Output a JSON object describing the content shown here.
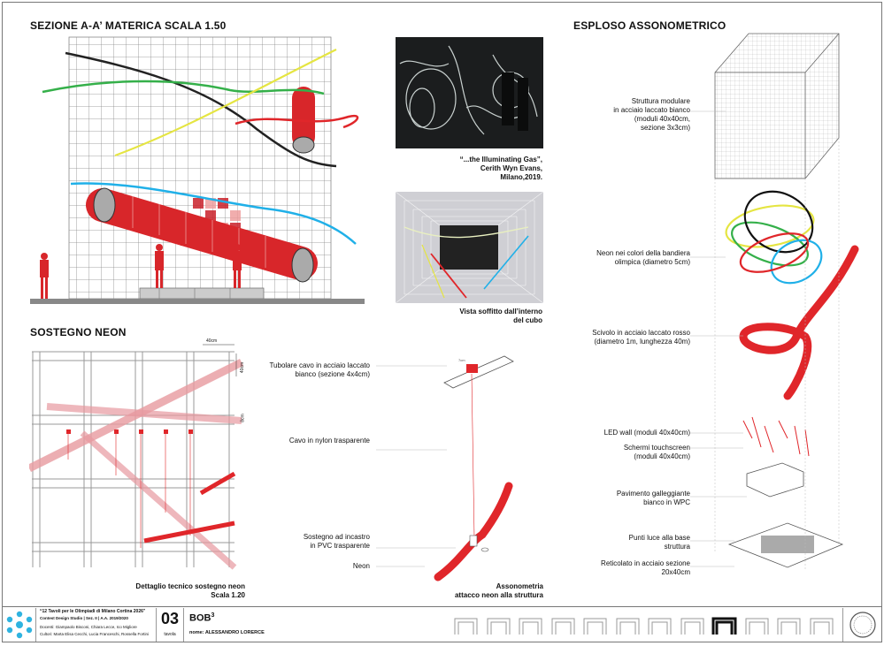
{
  "sections": {
    "section_title": "SEZIONE A-A’ MATERICA SCALA 1.50",
    "support_title": "SOSTEGNO NEON",
    "exploded_title": "ESPLOSO ASSONOMETRICO"
  },
  "photos": {
    "photo1_caption": [
      "“...the Illuminating Gas”,",
      "Cerith Wyn Evans,",
      "Milano,2019."
    ],
    "photo2_caption": [
      "Vista soffitto dall’interno",
      "del cubo"
    ]
  },
  "detail": {
    "dim_top": "40cm",
    "dim_side": "40cm",
    "dim_small": "8cm",
    "caption": [
      "Dettaglio tecnico sostegno neon",
      "Scala 1.20"
    ]
  },
  "axon": {
    "labels": [
      "Tubolare cavo in acciaio laccato",
      "bianco (sezione 4x4cm)",
      "Cavo in nylon trasparente",
      "Sostegno ad incastro",
      "in PVC trasparente",
      "Neon"
    ],
    "tag": "7cm",
    "caption": [
      "Assonometria",
      "attacco neon alla struttura"
    ]
  },
  "exploded": {
    "labels": [
      [
        "Struttura modulare",
        "in acciaio laccato bianco",
        "(moduli 40x40cm,",
        "sezione 3x3cm)"
      ],
      [
        "Neon nei colori della bandiera",
        "olimpica (diametro 5cm)"
      ],
      [
        "Scivolo in acciaio laccato rosso",
        "(diametro 1m, lunghezza 40m)"
      ],
      [
        "LED wall (moduli 40x40cm)"
      ],
      [
        "Schermi touchscreen",
        "(moduli 40x40cm)"
      ],
      [
        "Pavimento galleggiante",
        "bianco in WPC"
      ],
      [
        "Punti luce alla base",
        "struttura"
      ],
      [
        "Reticolato in acciaio sezione",
        "20x40cm"
      ]
    ]
  },
  "footer": {
    "project_title": "“12 Tavoli per le Olimpiadi di Milano Cortina 2026”",
    "studio": "Contest Design Studio | Sez. II | A.A. 2019/2020",
    "teachers": "Docenti: Giampaolo Bisconi, Chiara Lecce, Ico Migliore",
    "tutors": "Cultori: Marta Elisa Cecchi, Lucia Franceschi, Rossella Fortini",
    "table_number": "03",
    "table_label": "tavola",
    "project_name": "BOB",
    "project_sup": "3",
    "author": "nome:  ALESSANDRO LORERCE"
  },
  "colors": {
    "red": "#e0262a",
    "grid": "#888888"
  }
}
